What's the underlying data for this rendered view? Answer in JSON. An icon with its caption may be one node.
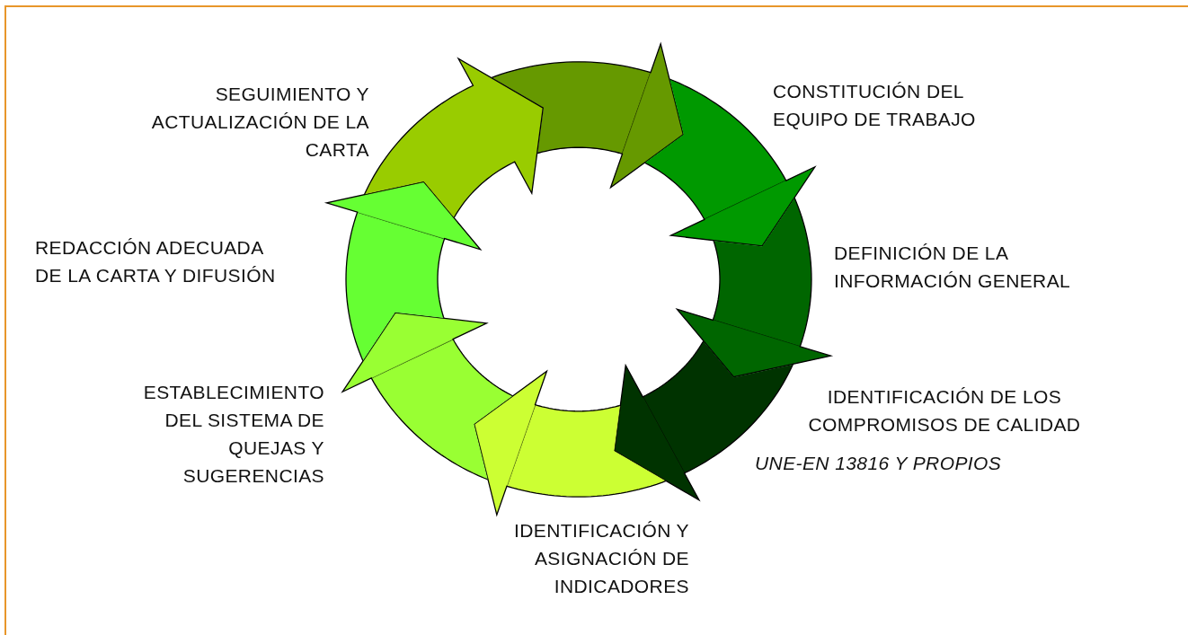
{
  "diagram": {
    "nodes": [
      {
        "text": [],
        "shape": "arrow"
      },
      {
        "text": [],
        "shape": "arrow",
        "beside": [
          "CONSTITUCIÓN DEL EQUIPO DE TRABAJO"
        ]
      },
      {
        "text": [],
        "shape": "arrow",
        "beside": [
          "DEFINICIÓN DE LA INFORMACIÓN GENERAL"
        ]
      },
      {
        "text": [],
        "shape": "arrow",
        "beside": [
          "IDENTIFICACIÓN DE LOS COMPROMISOS DE CALIDAD",
          "UNE-EN 13816 Y PROPIOS"
        ]
      },
      {
        "text": [],
        "shape": "arrow",
        "beside": [
          "IDENTIFICACIÓN Y ASIGNACIÓN DE INDICADORES"
        ]
      },
      {
        "text": [],
        "shape": "arrow",
        "beside": [
          "ESTABLECIMIENTO DEL SISTEMA DE QUEJAS Y SUGERENCIAS"
        ]
      },
      {
        "text": [],
        "shape": "arrow",
        "beside": [
          "REDACCIÓN ADECUADA DE LA CARTA Y DIFUSIÓN"
        ]
      },
      {
        "text": [],
        "shape": "arrow",
        "beside": [
          "SEGUIMIENTO Y ACTUALIZACIÓN DE LA CARTA"
        ]
      }
    ]
  }
}
